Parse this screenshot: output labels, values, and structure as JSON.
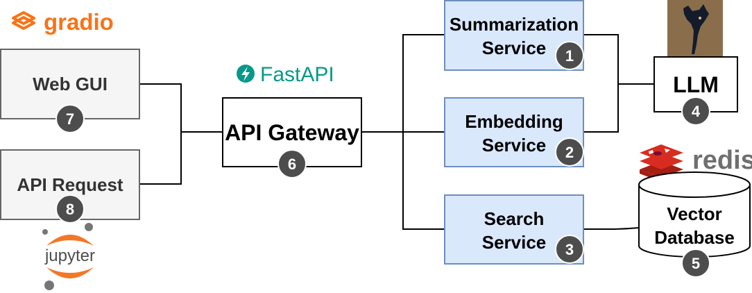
{
  "logos": {
    "gradio": "gradio",
    "fastapi": "FastAPI",
    "redis": "redis",
    "jupyter": "jupyter"
  },
  "nodes": {
    "web_gui": {
      "label": "Web GUI",
      "badge": "7"
    },
    "api_request": {
      "label": "API Request",
      "badge": "8"
    },
    "api_gateway": {
      "label": "API Gateway",
      "badge": "6"
    },
    "summarization": {
      "line1": "Summarization",
      "line2": "Service",
      "badge": "1"
    },
    "embedding": {
      "line1": "Embedding",
      "line2": "Service",
      "badge": "2"
    },
    "search": {
      "line1": "Search",
      "line2": "Service",
      "badge": "3"
    },
    "llm": {
      "label": "LLM",
      "badge": "4"
    },
    "vector_db": {
      "line1": "Vector",
      "line2": "Database",
      "badge": "5"
    }
  },
  "colors": {
    "service_fill": "#dae8fc",
    "service_stroke": "#6c8ebf",
    "client_fill": "#f5f5f5",
    "client_stroke": "#666666",
    "badge_fill": "#4d4d4d",
    "gradio_orange": "#f97316",
    "fastapi_teal": "#05998b",
    "redis_red": "#d82c20",
    "redis_gray": "#6f6f6f",
    "jupyter_orange": "#f37726",
    "llama_bg": "#8a6e4b"
  },
  "icons": [
    "gradio-logo-icon",
    "fastapi-bolt-icon",
    "redis-logo-icon",
    "jupyter-logo-icon",
    "llama-image-icon"
  ]
}
